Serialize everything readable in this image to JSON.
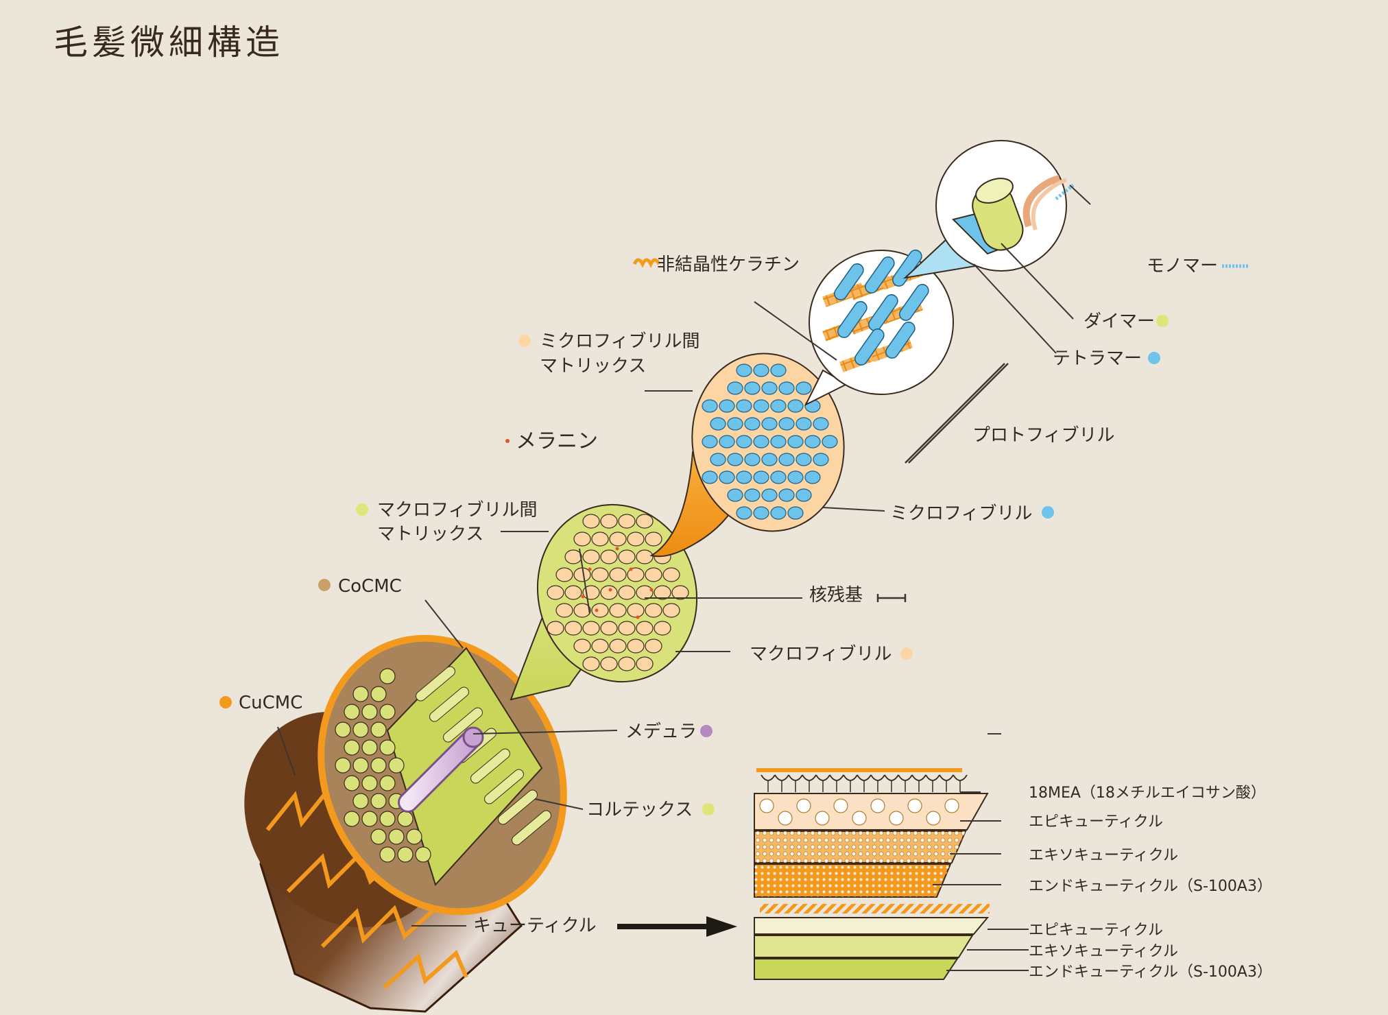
{
  "title": "毛髪微細構造",
  "labels": {
    "non_crystalline_keratin": "非結晶性ケラチン",
    "monomer": "モノマー",
    "dimer": "ダイマー",
    "tetramer": "テトラマー",
    "microfibril_matrix_1": "ミクロフィブリル間",
    "microfibril_matrix_2": "マトリックス",
    "protofibril": "プロトフィブリル",
    "melanin": "メラニン",
    "macrofibril_matrix_1": "マクロフィブリル間",
    "macrofibril_matrix_2": "マトリックス",
    "microfibril": "ミクロフィブリル",
    "cocmc": "CoCMC",
    "nuclear_remnant": "核残基",
    "macrofibril": "マクロフィブリル",
    "cucmc": "CuCMC",
    "medulla": "メデュラ",
    "cortex": "コルテックス",
    "cuticle": "キューティクル"
  },
  "cuticle_layers_top": [
    "18MEA（18メチルエイコサン酸）",
    "エピキューティクル",
    "エキソキューティクル",
    "エンドキューティクル（S-100A3）"
  ],
  "cuticle_layers_bottom": [
    "エピキューティクル",
    "エキソキューティクル",
    "エンドキューティクル（S-100A3）"
  ],
  "colors": {
    "background": "#ebe6d9",
    "orange": "#f39a1e",
    "light_blue": "#6ec3ea",
    "yellow_green": "#d9e27a",
    "peach": "#fbd6a4",
    "brown_cmc": "#c9a06a",
    "purple": "#b48bc0",
    "melanin_red": "#e4542a",
    "cuticle_brown": "#5a3318"
  }
}
